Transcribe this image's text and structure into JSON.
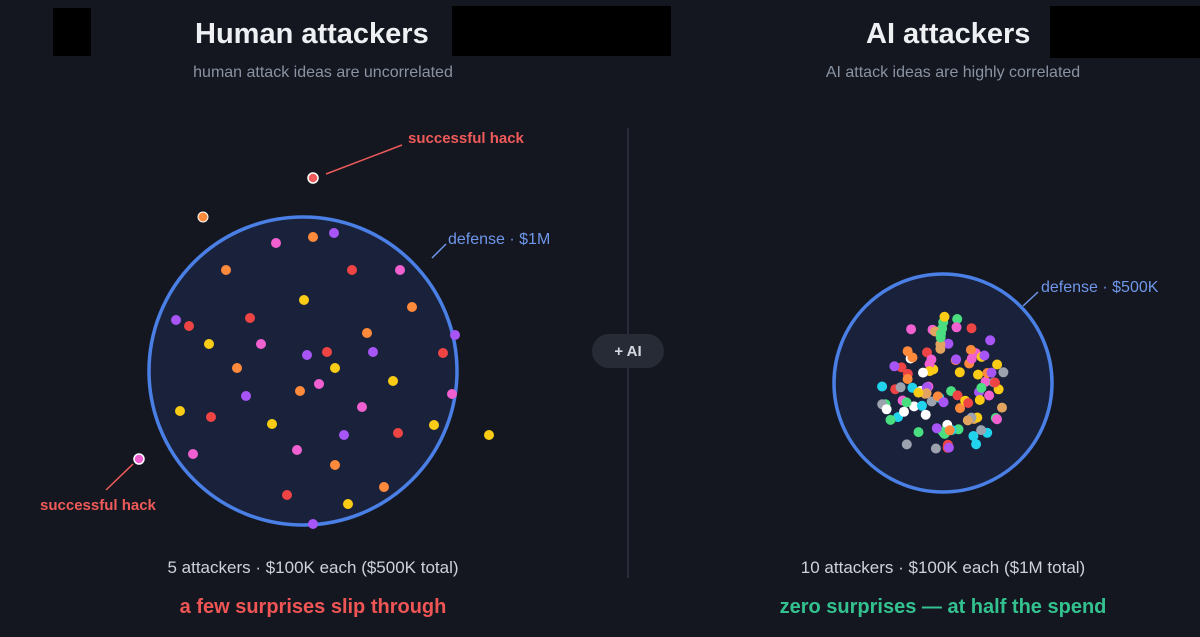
{
  "left": {
    "title": "Human attackers",
    "subtitle": "human attack ideas are uncorrelated",
    "hack_label": "successful hack",
    "defense_label": "defense · $1M",
    "stat": "5 attackers · $100K each ($500K total)",
    "verdict": "a few surprises slip through"
  },
  "right": {
    "title": "AI attackers",
    "subtitle": "AI attack ideas are highly correlated",
    "defense_label": "defense · $500K",
    "stat": "10 attackers · $100K each ($1M total)",
    "verdict": "zero surprises — at half the spend"
  },
  "center_badge": "+ AI",
  "colors": {
    "background": "#14171f",
    "defense_ring": "#4a7fe6",
    "defense_fill": "#19223a",
    "hack": "#ef5a5a",
    "good": "#33c28f",
    "bad": "#ef5555",
    "attackers": [
      "#ff8a3c",
      "#ef4444",
      "#f060d0",
      "#a855f7",
      "#facc15",
      "#4ade80",
      "#22d3ee",
      "#ffffff",
      "#9ca3af",
      "#e2a45f"
    ]
  }
}
